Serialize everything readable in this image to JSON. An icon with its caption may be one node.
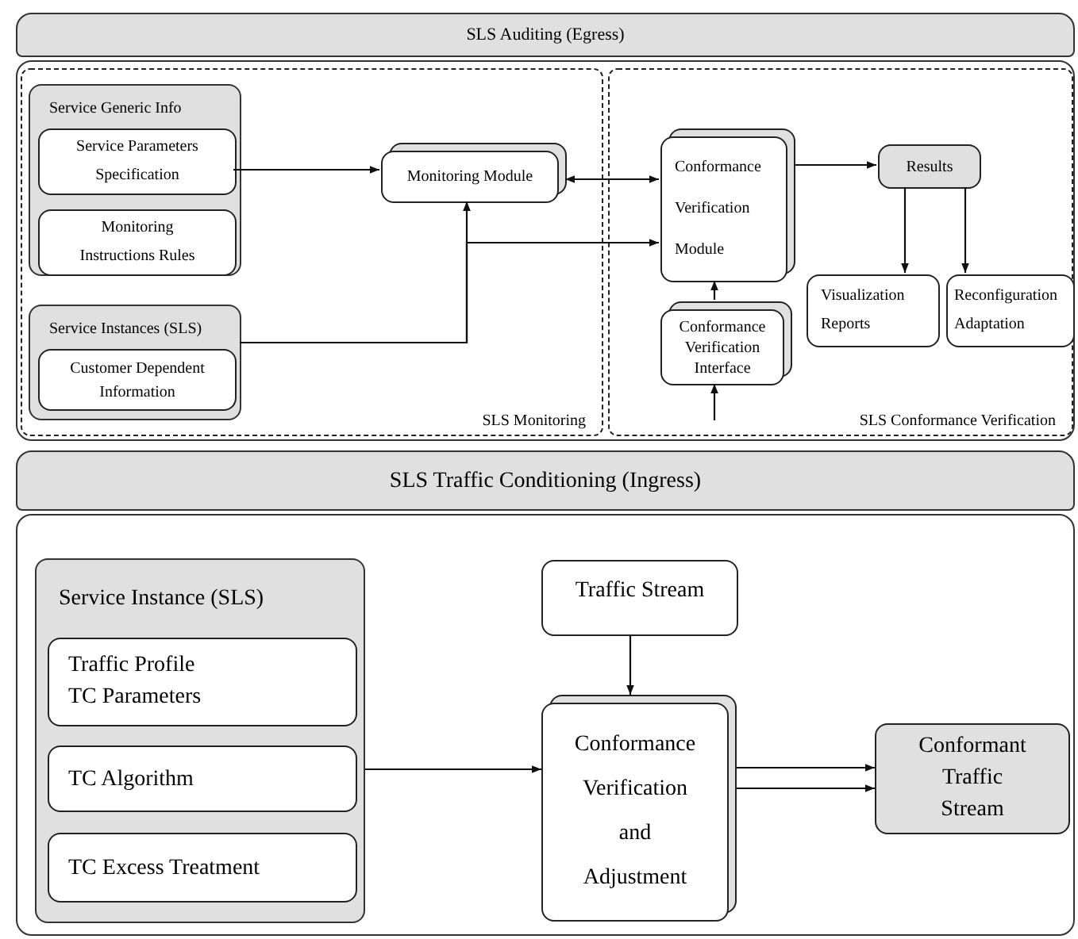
{
  "diagram": {
    "nodes": [
      {
        "text": [
          "SLS Auditing (Egress)"
        ]
      },
      {
        "text": [
          "SLS Monitoring"
        ],
        "in": 0
      },
      {
        "text": [
          "Service Generic Info"
        ],
        "in": 1
      },
      {
        "text": [
          "Service Parameters Specification"
        ],
        "in": 2
      },
      {
        "text": [
          "Monitoring Instructions Rules"
        ],
        "in": 2
      },
      {
        "text": [
          "Service Instances (SLS)"
        ],
        "in": 1
      },
      {
        "text": [
          "Customer Dependent Information"
        ],
        "in": 5
      },
      {
        "text": [
          "Monitoring Module"
        ],
        "in": 1
      },
      {
        "text": [
          "SLS Conformance Verification"
        ],
        "in": 0
      },
      {
        "text": [
          "Conformance Verification Module"
        ],
        "in": 8
      },
      {
        "text": [
          "Results"
        ],
        "in": 8
      },
      {
        "text": [
          "Visualization Reports"
        ],
        "in": 8
      },
      {
        "text": [
          "Reconfiguration Adaptation"
        ],
        "in": 8
      },
      {
        "text": [
          "Conformance Verification Interface"
        ],
        "in": 8
      },
      {
        "text": [
          "SLS Traffic Conditioning (Ingress)"
        ]
      },
      {
        "text": [
          "Service Instance (SLS)"
        ],
        "in": 14
      },
      {
        "text": [
          "Traffic Profile TC Parameters"
        ],
        "in": 15
      },
      {
        "text": [
          "TC Algorithm"
        ],
        "in": 15
      },
      {
        "text": [
          "TC Excess Treatment"
        ],
        "in": 15
      },
      {
        "text": [
          "Traffic Stream"
        ],
        "in": 14
      },
      {
        "text": [
          "Conformance Verification and Adjustment"
        ],
        "in": 14
      },
      {
        "text": [
          "Conformant Traffic Stream"
        ],
        "in": 14
      }
    ],
    "edges": [
      {
        "from": 3,
        "to": 7,
        "arrow": "to"
      },
      {
        "from": 9,
        "to": 7,
        "arrow": "both"
      },
      {
        "from": 5,
        "to": 7,
        "arrow": "to"
      },
      {
        "from": 5,
        "to": 9,
        "arrow": "to"
      },
      {
        "from": 9,
        "to": 10,
        "arrow": "to"
      },
      {
        "from": 10,
        "to": 11,
        "arrow": "to"
      },
      {
        "from": 10,
        "to": 12,
        "arrow": "to"
      },
      {
        "from": 13,
        "to": 9,
        "arrow": "to"
      },
      {
        "from": null,
        "to": 13,
        "arrow": "to"
      },
      {
        "from": 15,
        "to": 20,
        "arrow": "to"
      },
      {
        "from": 19,
        "to": 20,
        "arrow": "to"
      },
      {
        "from": 20,
        "to": 21,
        "arrow": "to"
      },
      {
        "from": 20,
        "to": 21,
        "arrow": "to"
      }
    ]
  }
}
